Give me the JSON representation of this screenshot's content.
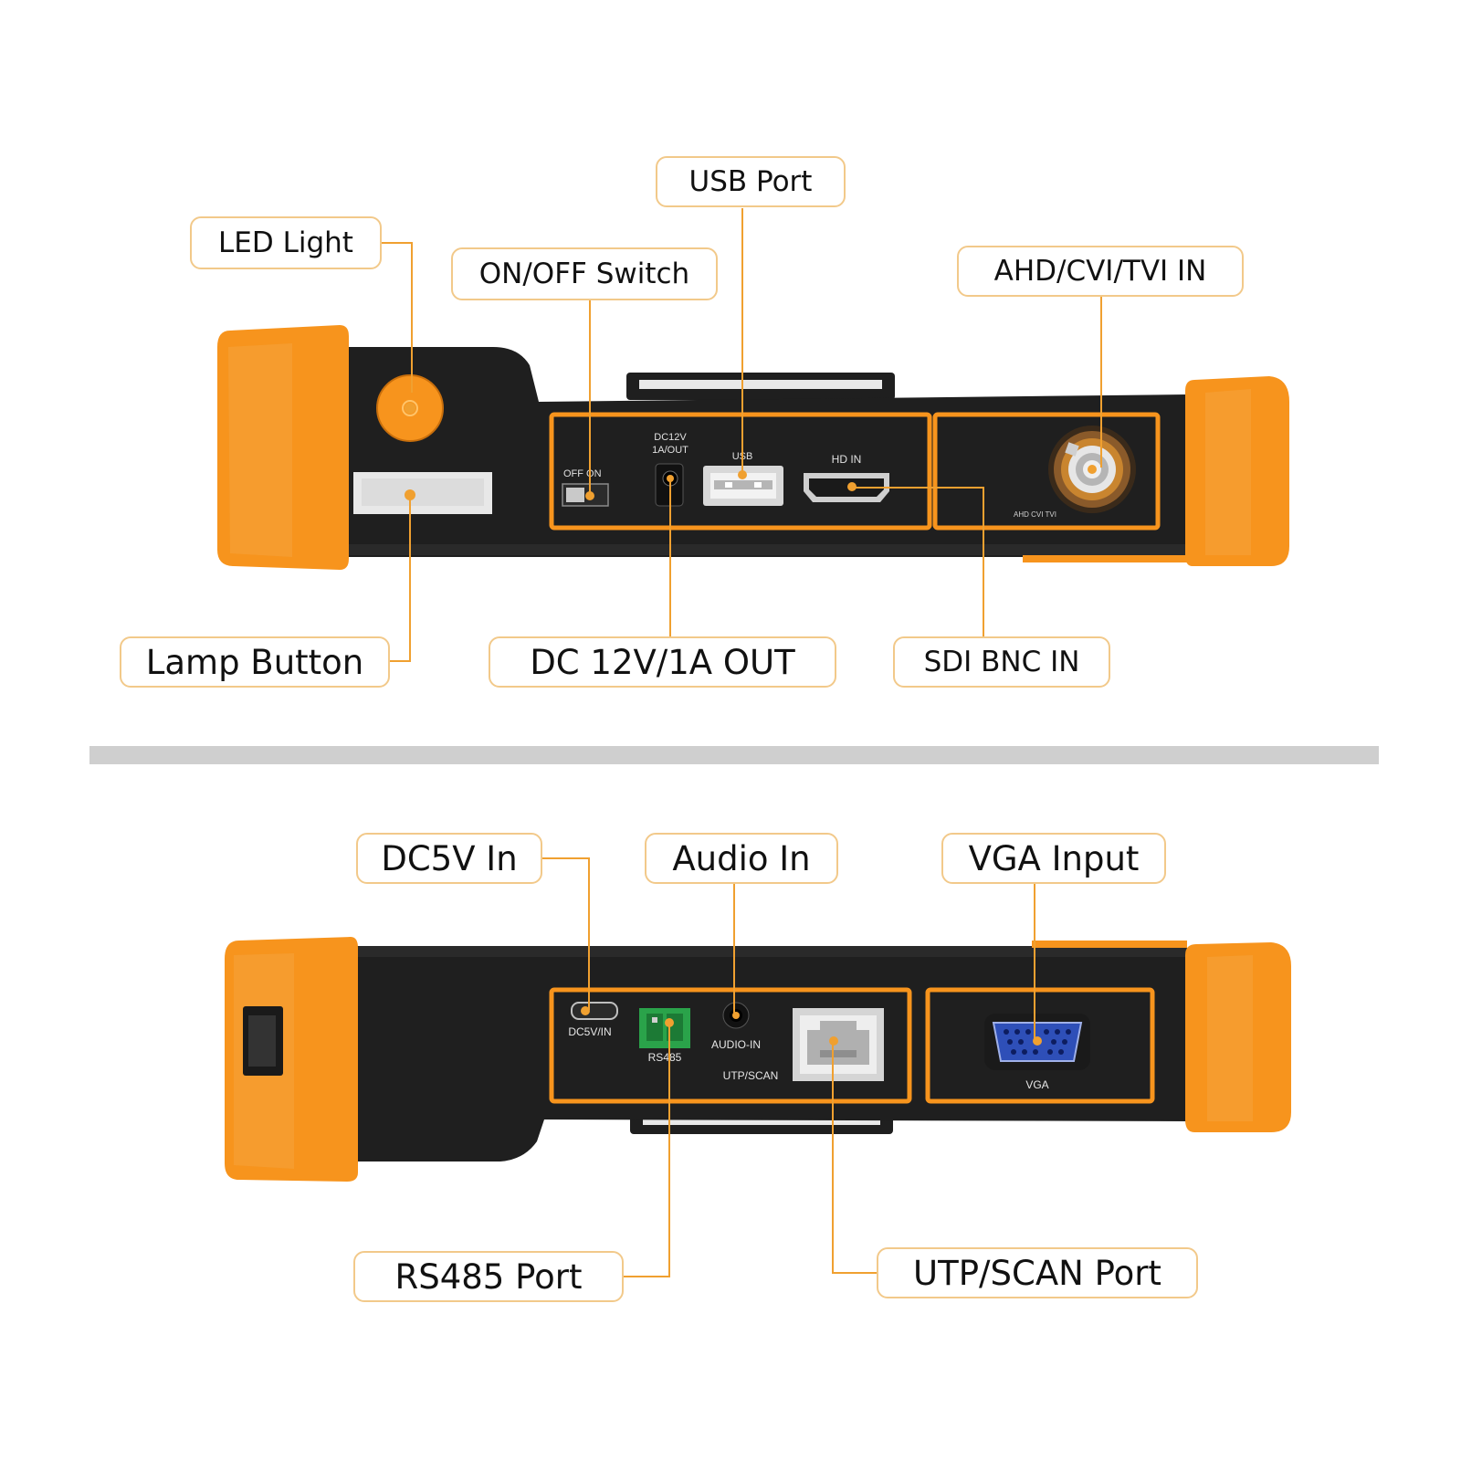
{
  "callouts": {
    "led_light": "LED Light",
    "on_off_switch": "ON/OFF Switch",
    "usb_port": "USB Port",
    "ahd_cvi_tvi_in": "AHD/CVI/TVI IN",
    "lamp_button": "Lamp Button",
    "dc_12v_1a_out": "DC 12V/1A OUT",
    "sdi_bnc_in": "SDI BNC IN",
    "dc5v_in": "DC5V In",
    "audio_in": "Audio In",
    "vga_input": "VGA Input",
    "rs485_port": "RS485 Port",
    "utp_scan_port": "UTP/SCAN Port"
  },
  "device_markings": {
    "off_on": "OFF ON",
    "dc12v": "DC12V",
    "one_a_out": "1A/OUT",
    "usb": "USB",
    "hd_in": "HD IN",
    "ahd_cvi_tvi": "AHD CVI TVI",
    "dc5v_in": "DC5V/IN",
    "rs485": "RS485",
    "audio_in": "AUDIO-IN",
    "utp_scan": "UTP/SCAN",
    "vga": "VGA"
  },
  "colors": {
    "device_orange": "#f7941d",
    "device_body": "#1f1f1f",
    "callout_border": "#f2c98a",
    "leader_line": "#f0a030",
    "divider": "#cfcfcf",
    "vga_blue": "#2e4fb8",
    "terminal_green": "#2aa34a"
  }
}
